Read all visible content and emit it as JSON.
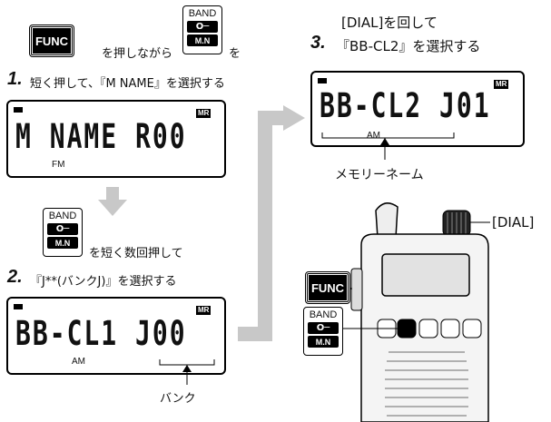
{
  "keys": {
    "func": "FUNC",
    "band": "BAND",
    "lock": "O─",
    "mn": "M.N"
  },
  "step1": {
    "pre1": "を押しながら",
    "pre2": "を",
    "number": "1.",
    "text": "短く押して、『M NAME』を選択する"
  },
  "lcd1": {
    "main": "M NAME R00",
    "badge": "MR",
    "sub": "FM"
  },
  "step2": {
    "pre": "を短く数回押して",
    "number": "2.",
    "text": "『J**(バンクJ)』を選択する"
  },
  "lcd2": {
    "main": "BB-CL1 J00",
    "badge": "MR",
    "sub": "AM",
    "callout": "バンク"
  },
  "step3": {
    "pre": "[DIAL]を回して",
    "number": "3.",
    "text": "『BB-CL2』を選択する"
  },
  "lcd3": {
    "main": "BB-CL2 J01",
    "badge": "MR",
    "sub": "AM",
    "callout": "メモリーネーム"
  },
  "radio": {
    "dial_label": "[DIAL]"
  },
  "colors": {
    "arrow": "#c8c8c8",
    "radio_body": "#f4f4f4"
  }
}
